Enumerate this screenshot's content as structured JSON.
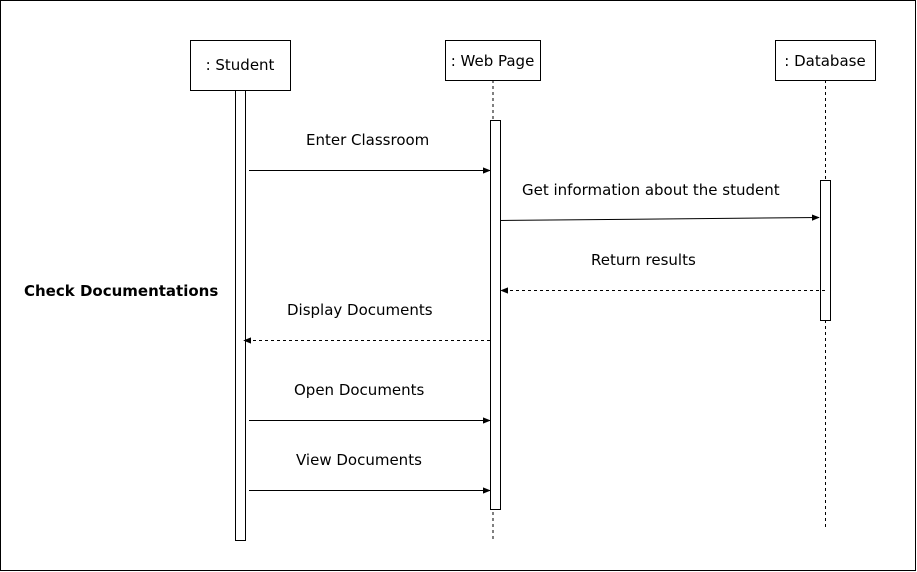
{
  "diagram": {
    "frame_title": "Check Documentations",
    "participants": [
      {
        "id": "student",
        "label": ": Student"
      },
      {
        "id": "webpage",
        "label": ": Web Page"
      },
      {
        "id": "database",
        "label": ": Database"
      }
    ],
    "messages": [
      {
        "label": "Enter Classroom",
        "from": "student",
        "to": "webpage",
        "style": "solid"
      },
      {
        "label": "Get information about the student",
        "from": "webpage",
        "to": "database",
        "style": "solid"
      },
      {
        "label": "Return results",
        "from": "database",
        "to": "webpage",
        "style": "dashed"
      },
      {
        "label": "Display Documents",
        "from": "webpage",
        "to": "student",
        "style": "dashed"
      },
      {
        "label": "Open Documents",
        "from": "student",
        "to": "webpage",
        "style": "solid"
      },
      {
        "label": "View Documents",
        "from": "student",
        "to": "webpage",
        "style": "solid"
      }
    ],
    "colors": {
      "stroke": "#000000",
      "background": "#ffffff"
    }
  }
}
